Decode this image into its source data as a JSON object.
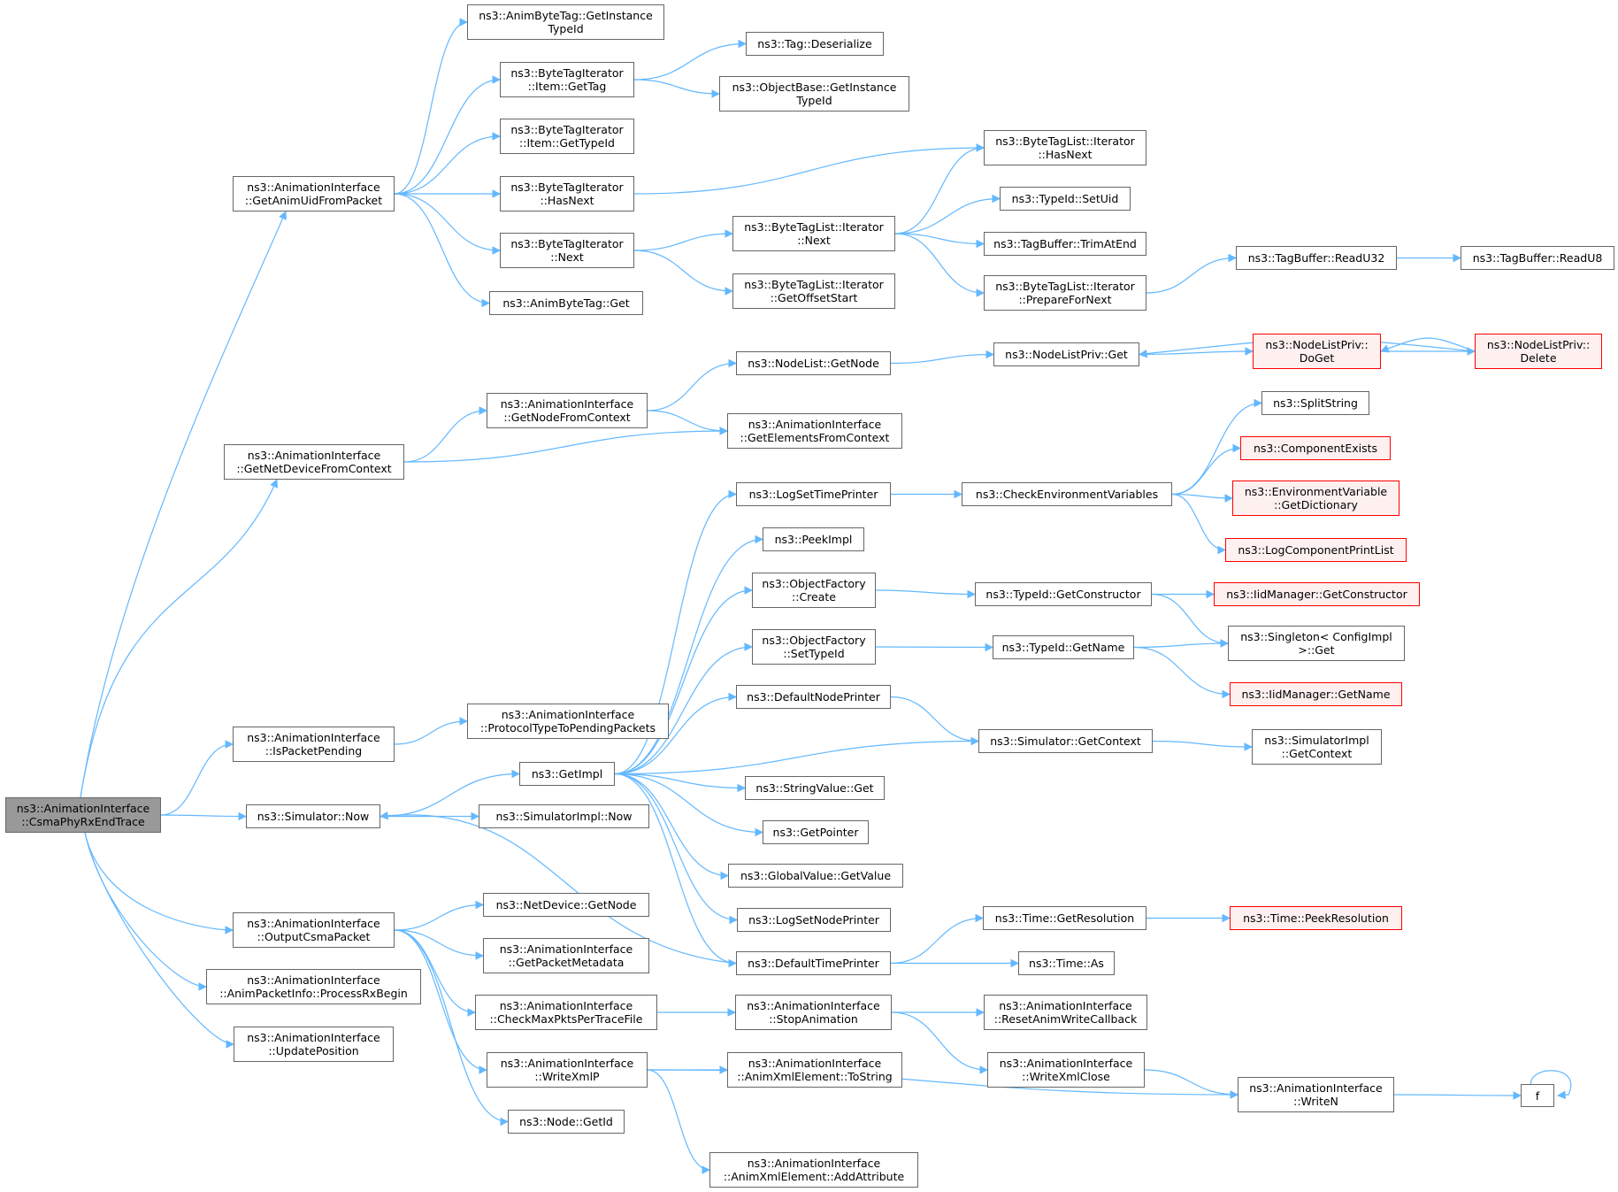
{
  "edge_color": "#63b8ff",
  "nodes": [
    {
      "id": "root",
      "lines": [
        "ns3::AnimationInterface",
        "::CsmaPhyRxEndTrace"
      ],
      "style": "root"
    },
    {
      "id": "getAnimUid",
      "lines": [
        "ns3::AnimationInterface",
        "::GetAnimUidFromPacket"
      ]
    },
    {
      "id": "animByteTagGetInst",
      "lines": [
        "ns3::AnimByteTag::GetInstance",
        "TypeId"
      ]
    },
    {
      "id": "btiItemGetTag",
      "lines": [
        "ns3::ByteTagIterator",
        "::Item::GetTag"
      ]
    },
    {
      "id": "tagDeserialize",
      "lines": [
        "ns3::Tag::Deserialize"
      ]
    },
    {
      "id": "objBaseGetInst",
      "lines": [
        "ns3::ObjectBase::GetInstance",
        "TypeId"
      ]
    },
    {
      "id": "btiItemGetTypeId",
      "lines": [
        "ns3::ByteTagIterator",
        "::Item::GetTypeId"
      ]
    },
    {
      "id": "btiHasNext",
      "lines": [
        "ns3::ByteTagIterator",
        "::HasNext"
      ]
    },
    {
      "id": "btlIterHasNext",
      "lines": [
        "ns3::ByteTagList::Iterator",
        "::HasNext"
      ]
    },
    {
      "id": "btiNext",
      "lines": [
        "ns3::ByteTagIterator",
        "::Next"
      ]
    },
    {
      "id": "btlIterNext",
      "lines": [
        "ns3::ByteTagList::Iterator",
        "::Next"
      ]
    },
    {
      "id": "typeIdSetUid",
      "lines": [
        "ns3::TypeId::SetUid"
      ]
    },
    {
      "id": "tagBufTrim",
      "lines": [
        "ns3::TagBuffer::TrimAtEnd"
      ]
    },
    {
      "id": "btlIterPrepare",
      "lines": [
        "ns3::ByteTagList::Iterator",
        "::PrepareForNext"
      ]
    },
    {
      "id": "tagBufReadU32",
      "lines": [
        "ns3::TagBuffer::ReadU32"
      ]
    },
    {
      "id": "tagBufReadU8",
      "lines": [
        "ns3::TagBuffer::ReadU8"
      ]
    },
    {
      "id": "btlIterGetOffset",
      "lines": [
        "ns3::ByteTagList::Iterator",
        "::GetOffsetStart"
      ]
    },
    {
      "id": "animByteTagGet",
      "lines": [
        "ns3::AnimByteTag::Get"
      ]
    },
    {
      "id": "nodeListGetNode",
      "lines": [
        "ns3::NodeList::GetNode"
      ]
    },
    {
      "id": "nodeListPrivGet",
      "lines": [
        "ns3::NodeListPriv::Get"
      ]
    },
    {
      "id": "nodeListPrivDoGet",
      "lines": [
        "ns3::NodeListPriv::",
        "DoGet"
      ],
      "style": "red"
    },
    {
      "id": "nodeListPrivDelete",
      "lines": [
        "ns3::NodeListPriv::",
        "Delete"
      ],
      "style": "red"
    },
    {
      "id": "getNodeFromCtx",
      "lines": [
        "ns3::AnimationInterface",
        "::GetNodeFromContext"
      ]
    },
    {
      "id": "getElemFromCtx",
      "lines": [
        "ns3::AnimationInterface",
        "::GetElementsFromContext"
      ]
    },
    {
      "id": "getNetDevFromCtx",
      "lines": [
        "ns3::AnimationInterface",
        "::GetNetDeviceFromContext"
      ]
    },
    {
      "id": "splitString",
      "lines": [
        "ns3::SplitString"
      ]
    },
    {
      "id": "componentExists",
      "lines": [
        "ns3::ComponentExists"
      ],
      "style": "red"
    },
    {
      "id": "envVarGetDict",
      "lines": [
        "ns3::EnvironmentVariable",
        "::GetDictionary"
      ],
      "style": "red"
    },
    {
      "id": "logCompPrintList",
      "lines": [
        "ns3::LogComponentPrintList"
      ],
      "style": "red"
    },
    {
      "id": "logSetTimePrinter",
      "lines": [
        "ns3::LogSetTimePrinter"
      ]
    },
    {
      "id": "checkEnvVars",
      "lines": [
        "ns3::CheckEnvironmentVariables"
      ]
    },
    {
      "id": "peekImpl",
      "lines": [
        "ns3::PeekImpl"
      ]
    },
    {
      "id": "objFactCreate",
      "lines": [
        "ns3::ObjectFactory",
        "::Create"
      ]
    },
    {
      "id": "typeIdGetCtor",
      "lines": [
        "ns3::TypeId::GetConstructor"
      ]
    },
    {
      "id": "iidMgrGetCtor",
      "lines": [
        "ns3::IidManager::GetConstructor"
      ],
      "style": "red"
    },
    {
      "id": "singletonGet",
      "lines": [
        "ns3::Singleton< ConfigImpl",
        " >::Get"
      ]
    },
    {
      "id": "objFactSetTypeId",
      "lines": [
        "ns3::ObjectFactory",
        "::SetTypeId"
      ]
    },
    {
      "id": "typeIdGetName",
      "lines": [
        "ns3::TypeId::GetName"
      ]
    },
    {
      "id": "iidMgrGetName",
      "lines": [
        "ns3::IidManager::GetName"
      ],
      "style": "red"
    },
    {
      "id": "defaultNodePrinter",
      "lines": [
        "ns3::DefaultNodePrinter"
      ]
    },
    {
      "id": "simGetContext",
      "lines": [
        "ns3::Simulator::GetContext"
      ]
    },
    {
      "id": "simImplGetContext",
      "lines": [
        "ns3::SimulatorImpl",
        "::GetContext"
      ]
    },
    {
      "id": "isPacketPending",
      "lines": [
        "ns3::AnimationInterface",
        "::IsPacketPending"
      ]
    },
    {
      "id": "protoTypeToPending",
      "lines": [
        "ns3::AnimationInterface",
        "::ProtocolTypeToPendingPackets"
      ]
    },
    {
      "id": "getImpl",
      "lines": [
        "ns3::GetImpl"
      ]
    },
    {
      "id": "stringValueGet",
      "lines": [
        "ns3::StringValue::Get"
      ]
    },
    {
      "id": "simNow",
      "lines": [
        "ns3::Simulator::Now"
      ]
    },
    {
      "id": "simImplNow",
      "lines": [
        "ns3::SimulatorImpl::Now"
      ]
    },
    {
      "id": "getPointer",
      "lines": [
        "ns3::GetPointer"
      ]
    },
    {
      "id": "globalValueGetValue",
      "lines": [
        "ns3::GlobalValue::GetValue"
      ]
    },
    {
      "id": "logSetNodePrinter",
      "lines": [
        "ns3::LogSetNodePrinter"
      ]
    },
    {
      "id": "outputCsmaPacket",
      "lines": [
        "ns3::AnimationInterface",
        "::OutputCsmaPacket"
      ]
    },
    {
      "id": "netDevGetNode",
      "lines": [
        "ns3::NetDevice::GetNode"
      ]
    },
    {
      "id": "timeGetRes",
      "lines": [
        "ns3::Time::GetResolution"
      ]
    },
    {
      "id": "timePeekRes",
      "lines": [
        "ns3::Time::PeekResolution"
      ],
      "style": "red"
    },
    {
      "id": "getPacketMetadata",
      "lines": [
        "ns3::AnimationInterface",
        "::GetPacketMetadata"
      ]
    },
    {
      "id": "defaultTimePrinter",
      "lines": [
        "ns3::DefaultTimePrinter"
      ]
    },
    {
      "id": "timeAs",
      "lines": [
        "ns3::Time::As"
      ]
    },
    {
      "id": "animPktInfoProcRx",
      "lines": [
        "ns3::AnimationInterface",
        "::AnimPacketInfo::ProcessRxBegin"
      ]
    },
    {
      "id": "checkMaxPkts",
      "lines": [
        "ns3::AnimationInterface",
        "::CheckMaxPktsPerTraceFile"
      ]
    },
    {
      "id": "stopAnimation",
      "lines": [
        "ns3::AnimationInterface",
        "::StopAnimation"
      ]
    },
    {
      "id": "resetAnimWrite",
      "lines": [
        "ns3::AnimationInterface",
        "::ResetAnimWriteCallback"
      ]
    },
    {
      "id": "updatePosition",
      "lines": [
        "ns3::AnimationInterface",
        "::UpdatePosition"
      ]
    },
    {
      "id": "writeXmlP",
      "lines": [
        "ns3::AnimationInterface",
        "::WriteXmlP"
      ]
    },
    {
      "id": "animXmlToString",
      "lines": [
        "ns3::AnimationInterface",
        "::AnimXmlElement::ToString"
      ]
    },
    {
      "id": "writeXmlClose",
      "lines": [
        "ns3::AnimationInterface",
        "::WriteXmlClose"
      ]
    },
    {
      "id": "writeN",
      "lines": [
        "ns3::AnimationInterface",
        "::WriteN"
      ]
    },
    {
      "id": "f",
      "lines": [
        "f"
      ]
    },
    {
      "id": "nodeGetId",
      "lines": [
        "ns3::Node::GetId"
      ]
    },
    {
      "id": "animXmlAddAttr",
      "lines": [
        "ns3::AnimationInterface",
        "::AnimXmlElement::AddAttribute"
      ]
    }
  ],
  "edges": [
    [
      "root",
      "getAnimUid"
    ],
    [
      "root",
      "getNetDevFromCtx"
    ],
    [
      "root",
      "isPacketPending"
    ],
    [
      "root",
      "simNow"
    ],
    [
      "root",
      "outputCsmaPacket"
    ],
    [
      "root",
      "animPktInfoProcRx"
    ],
    [
      "root",
      "updatePosition"
    ],
    [
      "getAnimUid",
      "animByteTagGetInst"
    ],
    [
      "getAnimUid",
      "btiItemGetTag"
    ],
    [
      "getAnimUid",
      "btiItemGetTypeId"
    ],
    [
      "getAnimUid",
      "btiHasNext"
    ],
    [
      "getAnimUid",
      "btiNext"
    ],
    [
      "getAnimUid",
      "animByteTagGet"
    ],
    [
      "btiItemGetTag",
      "tagDeserialize"
    ],
    [
      "btiItemGetTag",
      "objBaseGetInst"
    ],
    [
      "btiHasNext",
      "btlIterHasNext"
    ],
    [
      "btiNext",
      "btlIterNext"
    ],
    [
      "btiNext",
      "btlIterGetOffset"
    ],
    [
      "btlIterNext",
      "btlIterHasNext"
    ],
    [
      "btlIterNext",
      "typeIdSetUid"
    ],
    [
      "btlIterNext",
      "tagBufTrim"
    ],
    [
      "btlIterNext",
      "btlIterPrepare"
    ],
    [
      "btlIterPrepare",
      "tagBufReadU32"
    ],
    [
      "tagBufReadU32",
      "tagBufReadU8"
    ],
    [
      "getNetDevFromCtx",
      "getNodeFromCtx"
    ],
    [
      "getNetDevFromCtx",
      "getElemFromCtx"
    ],
    [
      "getNodeFromCtx",
      "nodeListGetNode"
    ],
    [
      "getNodeFromCtx",
      "getElemFromCtx"
    ],
    [
      "nodeListGetNode",
      "nodeListPrivGet"
    ],
    [
      "nodeListPrivGet",
      "nodeListPrivDoGet"
    ],
    [
      "nodeListPrivDoGet",
      "nodeListPrivDelete"
    ],
    [
      "nodeListPrivDelete",
      "nodeListPrivDoGet"
    ],
    [
      "nodeListPrivDelete",
      "nodeListPrivGet"
    ],
    [
      "isPacketPending",
      "protoTypeToPending"
    ],
    [
      "simNow",
      "getImpl"
    ],
    [
      "simNow",
      "simImplNow"
    ],
    [
      "getImpl",
      "logSetTimePrinter"
    ],
    [
      "getImpl",
      "peekImpl"
    ],
    [
      "getImpl",
      "objFactCreate"
    ],
    [
      "getImpl",
      "objFactSetTypeId"
    ],
    [
      "getImpl",
      "defaultNodePrinter"
    ],
    [
      "getImpl",
      "simGetContext"
    ],
    [
      "getImpl",
      "stringValueGet"
    ],
    [
      "getImpl",
      "getPointer"
    ],
    [
      "getImpl",
      "globalValueGetValue"
    ],
    [
      "getImpl",
      "logSetNodePrinter"
    ],
    [
      "getImpl",
      "defaultTimePrinter"
    ],
    [
      "logSetTimePrinter",
      "checkEnvVars"
    ],
    [
      "checkEnvVars",
      "splitString"
    ],
    [
      "checkEnvVars",
      "componentExists"
    ],
    [
      "checkEnvVars",
      "envVarGetDict"
    ],
    [
      "checkEnvVars",
      "logCompPrintList"
    ],
    [
      "objFactCreate",
      "typeIdGetCtor"
    ],
    [
      "typeIdGetCtor",
      "iidMgrGetCtor"
    ],
    [
      "typeIdGetCtor",
      "singletonGet"
    ],
    [
      "objFactSetTypeId",
      "typeIdGetName"
    ],
    [
      "typeIdGetName",
      "singletonGet"
    ],
    [
      "typeIdGetName",
      "iidMgrGetName"
    ],
    [
      "defaultNodePrinter",
      "simGetContext"
    ],
    [
      "simGetContext",
      "simImplGetContext"
    ],
    [
      "defaultTimePrinter",
      "simNow"
    ],
    [
      "defaultTimePrinter",
      "timeGetRes"
    ],
    [
      "defaultTimePrinter",
      "timeAs"
    ],
    [
      "timeGetRes",
      "timePeekRes"
    ],
    [
      "outputCsmaPacket",
      "netDevGetNode"
    ],
    [
      "outputCsmaPacket",
      "getPacketMetadata"
    ],
    [
      "outputCsmaPacket",
      "checkMaxPkts"
    ],
    [
      "outputCsmaPacket",
      "writeXmlP"
    ],
    [
      "outputCsmaPacket",
      "nodeGetId"
    ],
    [
      "checkMaxPkts",
      "stopAnimation"
    ],
    [
      "stopAnimation",
      "resetAnimWrite"
    ],
    [
      "stopAnimation",
      "writeXmlClose"
    ],
    [
      "writeXmlClose",
      "writeN"
    ],
    [
      "writeXmlP",
      "animXmlToString"
    ],
    [
      "writeXmlP",
      "writeN"
    ],
    [
      "writeXmlP",
      "animXmlAddAttr"
    ],
    [
      "writeN",
      "f"
    ],
    [
      "f",
      "f"
    ]
  ]
}
